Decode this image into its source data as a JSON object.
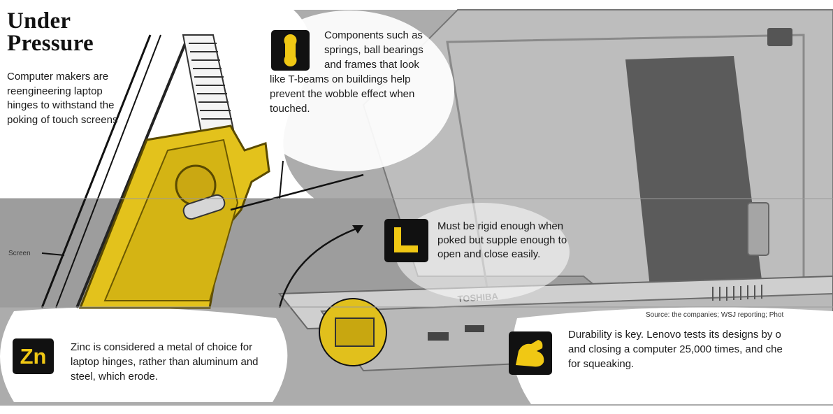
{
  "header": {
    "title": "Under\nPressure",
    "subtitle": "Computer makers are reengineering laptop hinges to withstand the poking of touch screens"
  },
  "labels": {
    "screen": "Screen",
    "laptop_brand": "TOSHIBA"
  },
  "callouts": {
    "components": "Components such as springs, ball bearings and frames that look like T-beams on buildings help prevent the wobble effect when touched.",
    "rigid": "Must be rigid enough when poked but supple enough to open and close easily.",
    "zinc": "Zinc is considered a metal of choice for laptop hinges, rather than aluminum and steel, which erode.",
    "durability": "Durability is key. Lenovo tests its designs by o\nand closing a computer 25,000 times, and che\nfor squeaking."
  },
  "source": "Source: the companies; WSJ reporting; Phot",
  "icons": {
    "springs": "spring-bearing-icon",
    "bracket": "l-bracket-icon",
    "zinc": "Zn",
    "durability": "flexed-arm-icon"
  },
  "colors": {
    "accent_yellow": "#f0c814",
    "dark": "#111111",
    "background_gray": "#a9a9a9",
    "bubble": "#ffffff"
  }
}
